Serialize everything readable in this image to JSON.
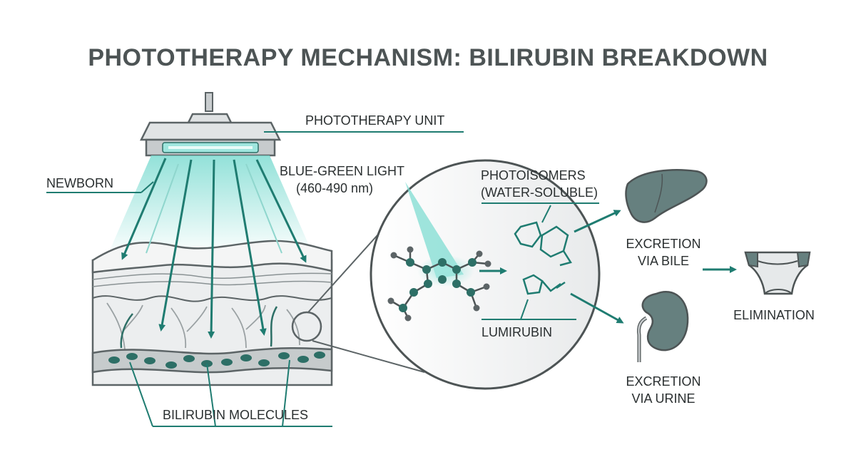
{
  "title": "PHOTOTHERAPY MECHANISM: BILIRUBIN BREAKDOWN",
  "labels": {
    "phototherapy_unit": "PHOTOTHERAPY UNIT",
    "newborn": "NEWBORN",
    "light_line1": "BLUE-GREEN LIGHT",
    "light_line2": "(460-490 nm)",
    "photoisomers_line1": "PHOTOISOMERS",
    "photoisomers_line2": "(WATER-SOLUBLE)",
    "lumirubin": "LUMIRUBIN",
    "bile_line1": "EXCRETION",
    "bile_line2": "VIA BILE",
    "urine_line1": "EXCRETION",
    "urine_line2": "VIA URINE",
    "elimination": "ELIMINATION",
    "bilirubin_molecules": "BILIRUBIN MOLECULES"
  },
  "colors": {
    "teal": "#1f7c71",
    "dark_teal": "#2d6f66",
    "gray": "#5c6466",
    "light_gray": "#e6e9ea",
    "light_glow": "#7fdcd2",
    "organ": "#66807f",
    "title": "#4d5455"
  },
  "icons": [
    "phototherapy-lamp-icon",
    "liver-icon",
    "kidney-icon",
    "diaper-icon",
    "bilirubin-molecule-icon"
  ]
}
